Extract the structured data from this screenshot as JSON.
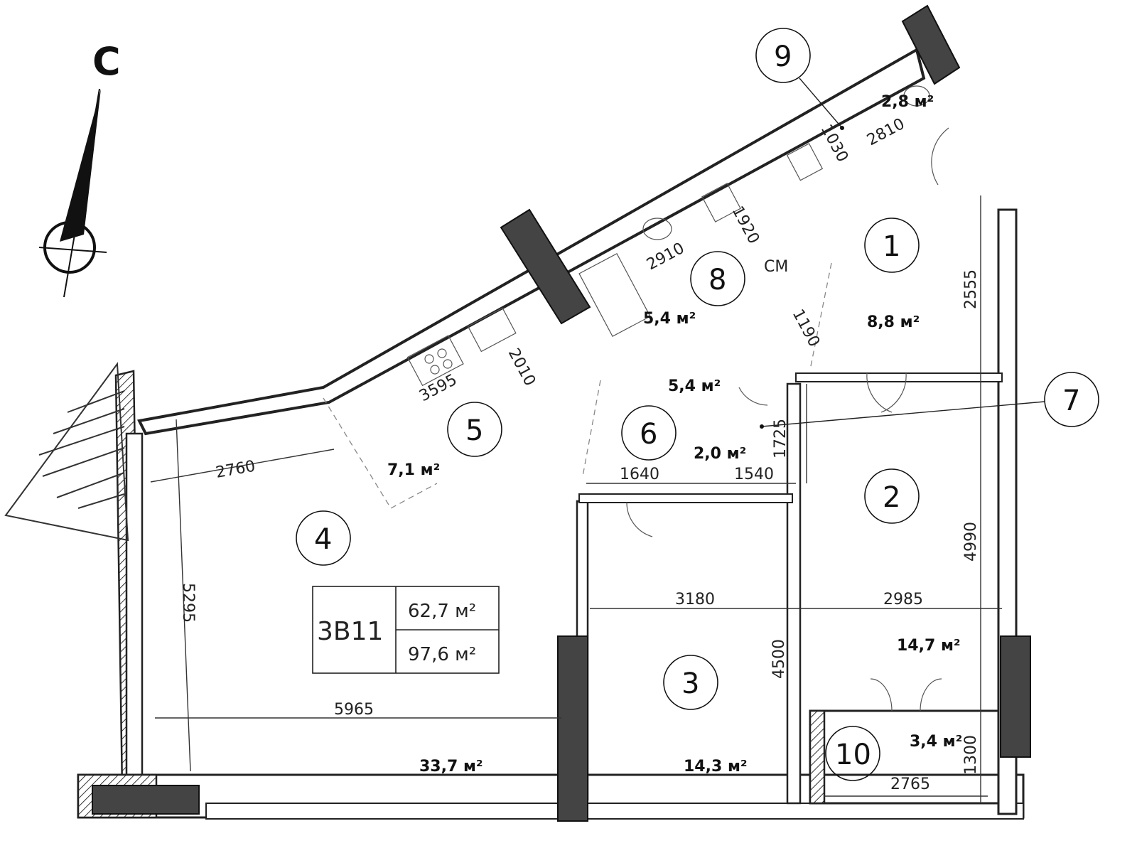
{
  "north": {
    "label": "С"
  },
  "apartment": {
    "code": "3В11",
    "living_area": "62,7 м²",
    "total_area": "97,6 м²"
  },
  "rooms": [
    {
      "number": "1",
      "area": "8,8 м²"
    },
    {
      "number": "2",
      "area": "14,7 м²"
    },
    {
      "number": "3",
      "area": "14,3 м²"
    },
    {
      "number": "4",
      "area": "33,7 м²"
    },
    {
      "number": "5",
      "area": "7,1 м²"
    },
    {
      "number": "6",
      "area": "5,4 м²"
    },
    {
      "number": "7",
      "area": "2,0 м²"
    },
    {
      "number": "8",
      "area": "5,4 м²"
    },
    {
      "number": "9",
      "area": "2,8 м²"
    },
    {
      "number": "10",
      "area": "3,4 м²"
    }
  ],
  "dimensions": [
    "2760",
    "3595",
    "2010",
    "2910",
    "1920",
    "1030",
    "2810",
    "1190",
    "2555",
    "1725",
    "1640",
    "1540",
    "5295",
    "3180",
    "2985",
    "4990",
    "4500",
    "5965",
    "1300",
    "2765"
  ],
  "fixture_label": "СМ",
  "colors": {
    "lines": "#222222",
    "hatch": "#444444",
    "background": "#ffffff"
  }
}
